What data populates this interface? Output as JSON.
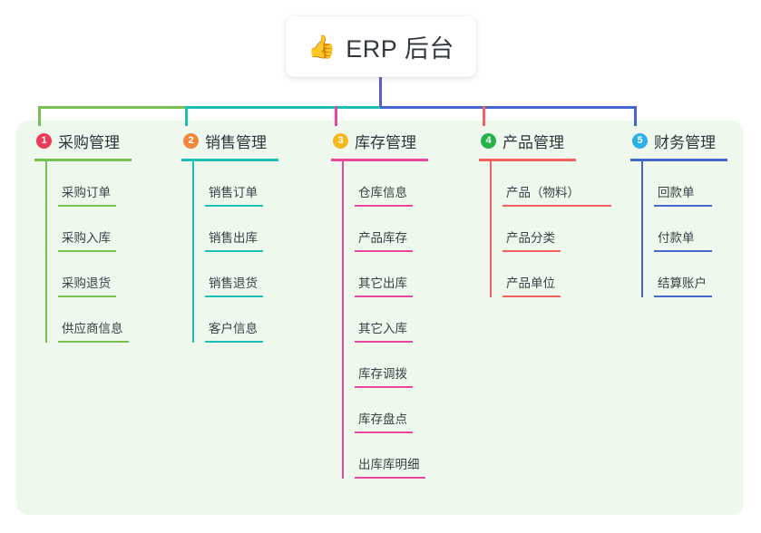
{
  "root": {
    "icon": "thumbs-up-icon",
    "emoji": "👍",
    "label": "ERP 后台"
  },
  "theme": {
    "panel_bg": "#eff8ec",
    "page_bg": "#ffffff",
    "stem_color": "#5a5fc7",
    "text_color": "#2f343a"
  },
  "branches": [
    {
      "number": "1",
      "label": "采购管理",
      "badge_color": "#ef3b5b",
      "line_color": "#78c050",
      "items": [
        {
          "label": "采购订单"
        },
        {
          "label": "采购入库"
        },
        {
          "label": "采购退货"
        },
        {
          "label": "供应商信息"
        }
      ]
    },
    {
      "number": "2",
      "label": "销售管理",
      "badge_color": "#f2883c",
      "line_color": "#1cc0b4",
      "items": [
        {
          "label": "销售订单"
        },
        {
          "label": "销售出库"
        },
        {
          "label": "销售退货"
        },
        {
          "label": "客户信息"
        }
      ]
    },
    {
      "number": "3",
      "label": "库存管理",
      "badge_color": "#f5b81e",
      "line_color": "#e8479b",
      "items": [
        {
          "label": "仓库信息"
        },
        {
          "label": "产品库存"
        },
        {
          "label": "其它出库"
        },
        {
          "label": "其它入库"
        },
        {
          "label": "库存调拨"
        },
        {
          "label": "库存盘点"
        },
        {
          "label": "出库库明细"
        }
      ]
    },
    {
      "number": "4",
      "label": "产品管理",
      "badge_color": "#27b24a",
      "line_color": "#f4615f",
      "items": [
        {
          "label": "产品（物料）"
        },
        {
          "label": "产品分类"
        },
        {
          "label": "产品单位"
        }
      ]
    },
    {
      "number": "5",
      "label": "财务管理",
      "badge_color": "#2bb0e8",
      "line_color": "#4666cf",
      "items": [
        {
          "label": "回款单"
        },
        {
          "label": "付款单"
        },
        {
          "label": "结算账户"
        }
      ]
    }
  ]
}
